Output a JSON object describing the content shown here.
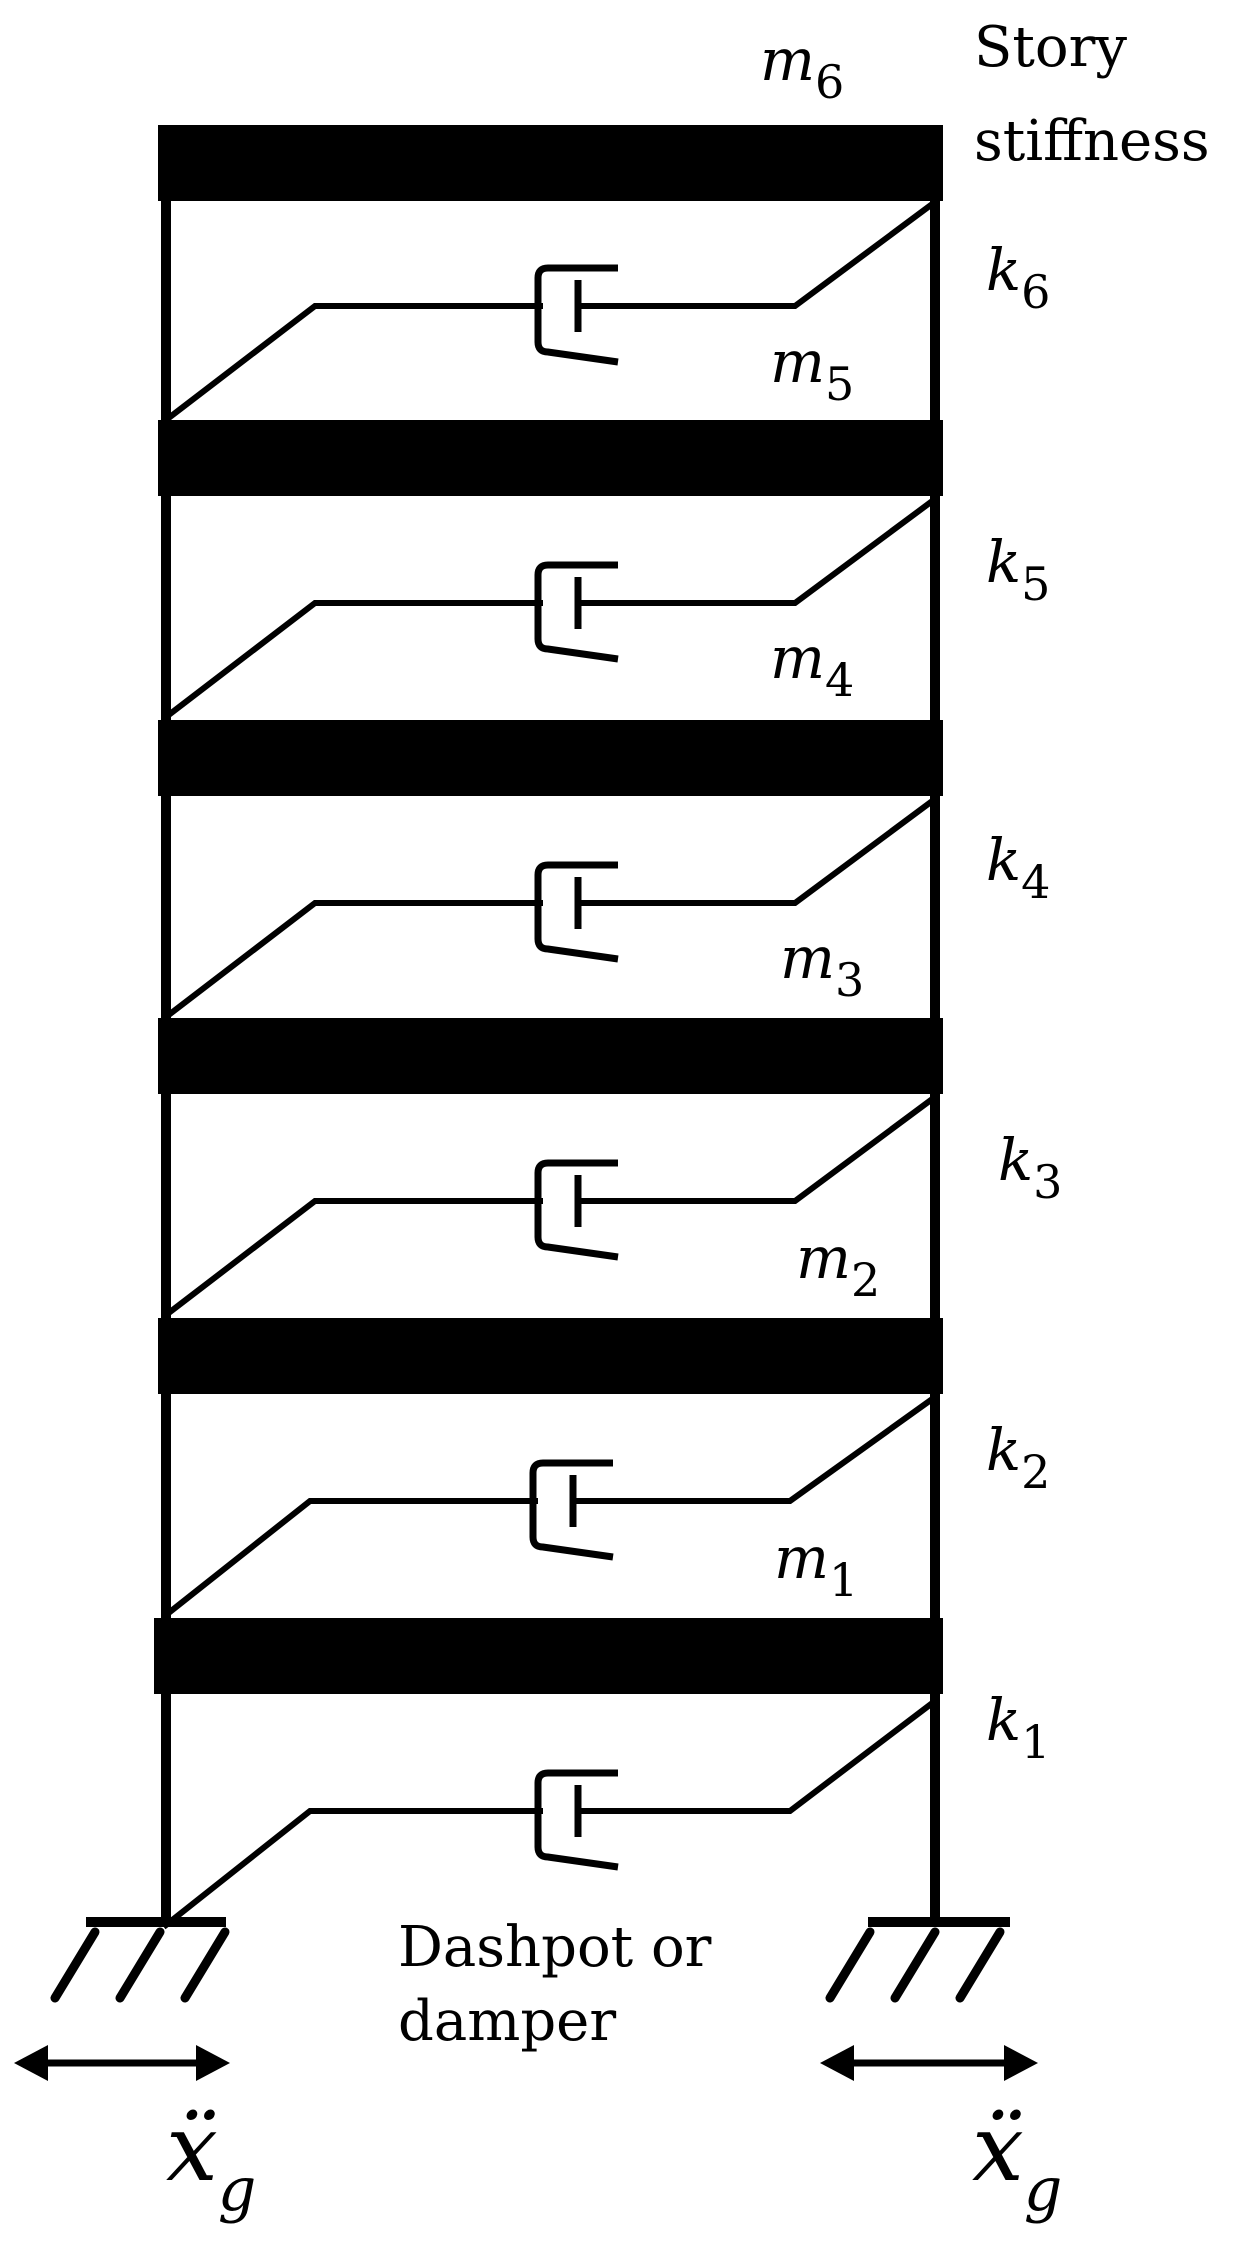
{
  "labels": {
    "story_stiffness_line1": "Story",
    "story_stiffness_line2": "stiffness",
    "dashpot_line1": "Dashpot or",
    "dashpot_line2": "damper",
    "ground_accel": "ẍ",
    "ground_accel_sub": "g"
  },
  "masses": [
    {
      "base": "m",
      "sub": "6"
    },
    {
      "base": "m",
      "sub": "5"
    },
    {
      "base": "m",
      "sub": "4"
    },
    {
      "base": "m",
      "sub": "3"
    },
    {
      "base": "m",
      "sub": "2"
    },
    {
      "base": "m",
      "sub": "1"
    }
  ],
  "stiffnesses": [
    {
      "base": "k",
      "sub": "6"
    },
    {
      "base": "k",
      "sub": "5"
    },
    {
      "base": "k",
      "sub": "4"
    },
    {
      "base": "k",
      "sub": "3"
    },
    {
      "base": "k",
      "sub": "2"
    },
    {
      "base": "k",
      "sub": "1"
    }
  ]
}
